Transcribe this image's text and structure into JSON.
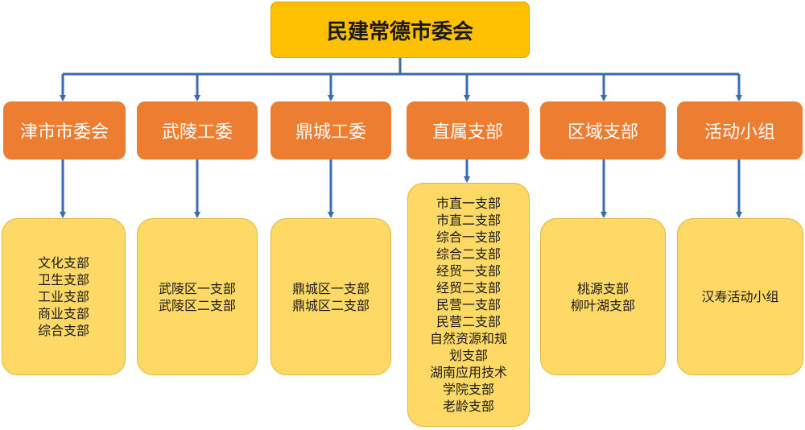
{
  "title": "民建常德市委会",
  "colors": {
    "root": "#ffc000",
    "dept": "#ed7d31",
    "sub": "#ffd966",
    "line": "#3a6ab0"
  },
  "departments": [
    {
      "label": "津市市委会",
      "units": [
        "文化支部",
        "卫生支部",
        "工业支部",
        "商业支部",
        "综合支部"
      ]
    },
    {
      "label": "武陵工委",
      "units": [
        "武陵区一支部",
        "武陵区二支部"
      ]
    },
    {
      "label": "鼎城工委",
      "units": [
        "鼎城区一支部",
        "鼎城区二支部"
      ]
    },
    {
      "label": "直属支部",
      "units": [
        "市直一支部",
        "市直二支部",
        "综合一支部",
        "综合二支部",
        "经贸一支部",
        "经贸二支部",
        "民营一支部",
        "民营二支部",
        "自然资源和规",
        "划支部",
        "湖南应用技术",
        "学院支部",
        "老龄支部"
      ]
    },
    {
      "label": "区域支部",
      "units": [
        "桃源支部",
        "柳叶湖支部"
      ]
    },
    {
      "label": "活动小组",
      "units": [
        "汉寿活动小组"
      ]
    }
  ]
}
